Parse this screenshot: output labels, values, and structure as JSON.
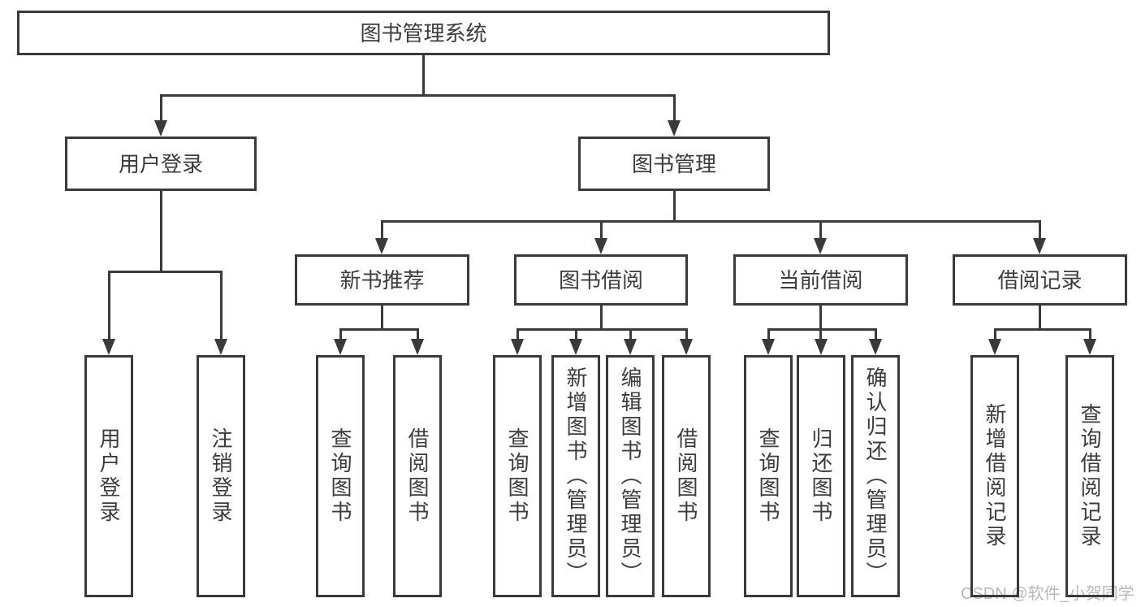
{
  "diagram": {
    "type": "hierarchy-tree",
    "root": {
      "label": "图书管理系统"
    },
    "level2": [
      {
        "label": "用户登录"
      },
      {
        "label": "图书管理"
      }
    ],
    "level3": [
      {
        "label": "新书推荐",
        "parent": "图书管理"
      },
      {
        "label": "图书借阅",
        "parent": "图书管理"
      },
      {
        "label": "当前借阅",
        "parent": "图书管理"
      },
      {
        "label": "借阅记录",
        "parent": "图书管理"
      }
    ],
    "leaves": [
      {
        "label": "用户登录",
        "parent": "用户登录"
      },
      {
        "label": "注销登录",
        "parent": "用户登录"
      },
      {
        "label": "查询图书",
        "parent": "新书推荐"
      },
      {
        "label": "借阅图书",
        "parent": "新书推荐"
      },
      {
        "label": "查询图书",
        "parent": "图书借阅"
      },
      {
        "label": "新增图书（管理员）",
        "parent": "图书借阅"
      },
      {
        "label": "编辑图书（管理员）",
        "parent": "图书借阅"
      },
      {
        "label": "借阅图书",
        "parent": "图书借阅"
      },
      {
        "label": "查询图书",
        "parent": "当前借阅"
      },
      {
        "label": "归还图书",
        "parent": "当前借阅"
      },
      {
        "label": "确认归还（管理员）",
        "parent": "当前借阅"
      },
      {
        "label": "新增借阅记录",
        "parent": "借阅记录"
      },
      {
        "label": "查询借阅记录",
        "parent": "借阅记录"
      }
    ]
  },
  "watermark": {
    "text": "CSDN @软件_小贺同学"
  },
  "colors": {
    "line": "#3a3a3a",
    "text": "#3c3c3c",
    "background": "#ffffff",
    "watermark": "#b9b9b9"
  }
}
